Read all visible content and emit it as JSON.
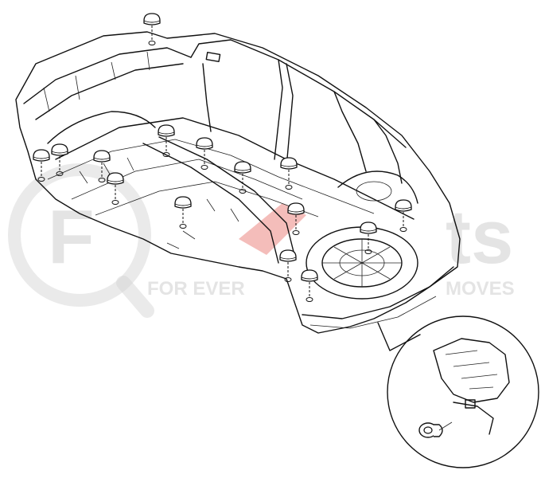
{
  "watermark": {
    "brand_left": "F",
    "brand_right": "ts",
    "tagline_left": "FOR EVER",
    "tagline_right": "MOVES",
    "accent_color": "#e0433a",
    "gray_color": "#cfcfcf"
  },
  "plugs": [
    {
      "name": "plug-cowl-top"
    },
    {
      "name": "plug-cowl-left"
    },
    {
      "name": "plug-front-left-1"
    },
    {
      "name": "plug-front-left-2"
    },
    {
      "name": "plug-front-center"
    },
    {
      "name": "plug-mid-left-1"
    },
    {
      "name": "plug-mid-left-2"
    },
    {
      "name": "plug-center-1"
    },
    {
      "name": "plug-center-2"
    },
    {
      "name": "plug-center-3"
    },
    {
      "name": "plug-center-4"
    },
    {
      "name": "plug-rear-center"
    },
    {
      "name": "plug-rear-right"
    },
    {
      "name": "plug-rear-spare"
    },
    {
      "name": "plug-rear-bottom"
    }
  ]
}
